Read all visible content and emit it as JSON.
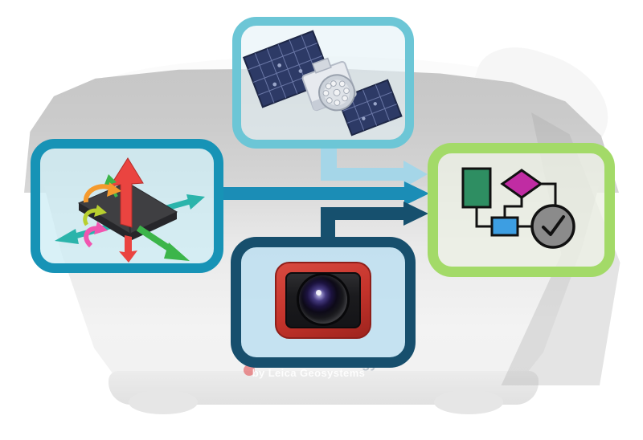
{
  "watermark": {
    "byline": "by Leica Geosystems",
    "partial_text": "gy"
  },
  "colors": {
    "satellite_box_border": "#6cc6d6",
    "imu_box_border": "#1793b6",
    "camera_box_border": "#174f6d",
    "fusion_box_border": "#a3da68",
    "arrow_satellite": "#a5d6e8",
    "arrow_imu": "#1b8db6",
    "arrow_camera": "#16506e",
    "camera_frame_red": "#c4332b",
    "flow_green": "#2e8e62",
    "flow_magenta": "#c02ca3",
    "flow_blue": "#3d9ee2",
    "flow_gray": "#8b8b8b",
    "panel_line_black": "#111111",
    "imu_red": "#ea4440",
    "imu_teal": "#2bb4ab",
    "imu_green": "#3cb54a",
    "imu_orange": "#f59a2d",
    "imu_lime": "#b8cf2f",
    "imu_magenta": "#f155b0",
    "satellite_panel_navy": "#2d3a66"
  },
  "diagram": {
    "background": "GNSS receiver antenna product photo",
    "nodes": [
      {
        "id": "gnss-satellite",
        "icon": "satellite-icon",
        "panel": "satellite-panel"
      },
      {
        "id": "imu-tilt-sensor",
        "icon": "imu-axes-icon",
        "panel": "imu-panel"
      },
      {
        "id": "camera",
        "icon": "camera-icon",
        "panel": "camera-panel"
      },
      {
        "id": "sensor-fusion-processing",
        "icon": "flowchart-check-icon",
        "panel": "fusion-panel"
      }
    ],
    "edges": [
      {
        "from": "gnss-satellite",
        "to": "sensor-fusion-processing"
      },
      {
        "from": "imu-tilt-sensor",
        "to": "sensor-fusion-processing"
      },
      {
        "from": "camera",
        "to": "sensor-fusion-processing"
      }
    ]
  }
}
